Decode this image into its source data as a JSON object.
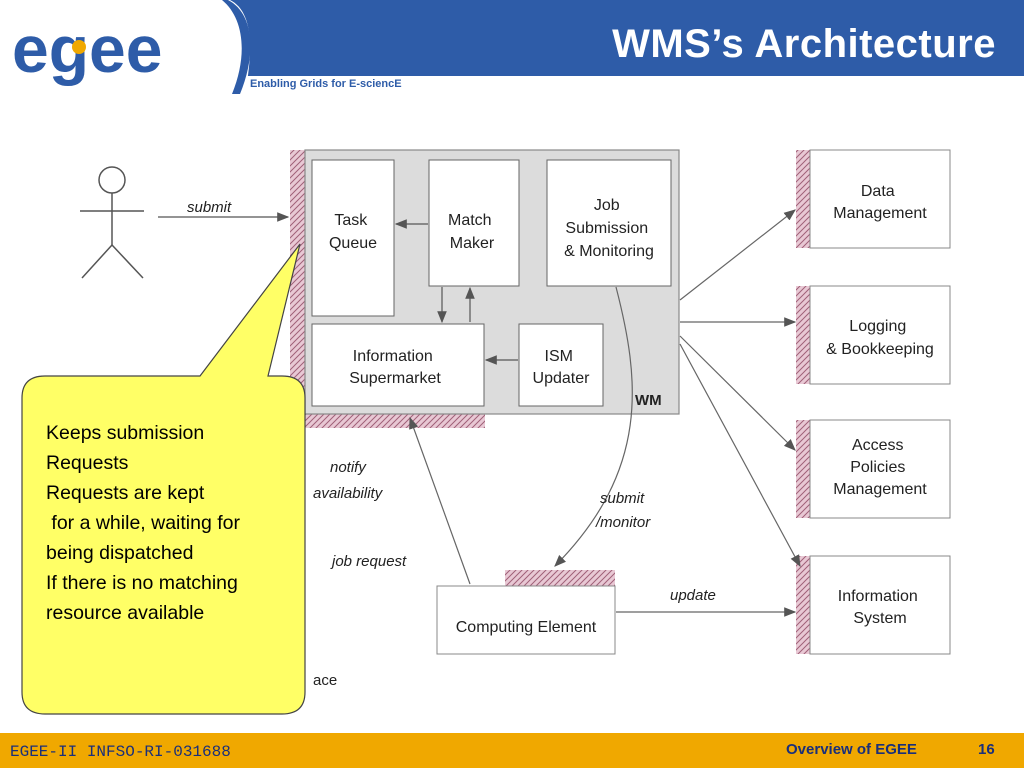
{
  "header": {
    "title": "WMS’s Architecture",
    "logo_text": "egee",
    "tagline": "Enabling Grids for E-sciencE"
  },
  "diagram": {
    "actor_action": "submit",
    "wm_label": "WM",
    "wm_components": {
      "task_queue": [
        "Task",
        "Queue"
      ],
      "match_maker": [
        "Match",
        "Maker"
      ],
      "job_submission": [
        "Job",
        "Submission",
        "& Monitoring"
      ],
      "information_supermarket": [
        "Information",
        "Supermarket"
      ],
      "ism_updater": [
        "ISM",
        "Updater"
      ]
    },
    "external_services": {
      "data_management": [
        "Data",
        "Management"
      ],
      "logging": [
        "Logging",
        "& Bookkeeping"
      ],
      "access_policies": [
        "Access",
        "Policies",
        "Management"
      ],
      "information_system": [
        "Information",
        "System"
      ]
    },
    "computing_element": "Computing Element",
    "edge_labels": {
      "notify": "notify",
      "availability": "availability",
      "job_request": "job request",
      "submit_monitor_1": "submit",
      "submit_monitor_2": "/monitor",
      "update": "update",
      "partial_interface": "ace"
    }
  },
  "callout": {
    "lines": [
      "Keeps submission",
      "Requests",
      "",
      "Requests are kept",
      " for a while, waiting for",
      "being dispatched",
      "If there is no matching",
      "resource available"
    ]
  },
  "footer": {
    "project": "EGEE-II INFSO-RI-031688",
    "section": "Overview of EGEE",
    "page": "16"
  },
  "colors": {
    "header_blue": "#2e5ca8",
    "footer_gold": "#f0a800",
    "callout_fill": "#ffff66",
    "hatch_pink": "#d8a8b8"
  }
}
